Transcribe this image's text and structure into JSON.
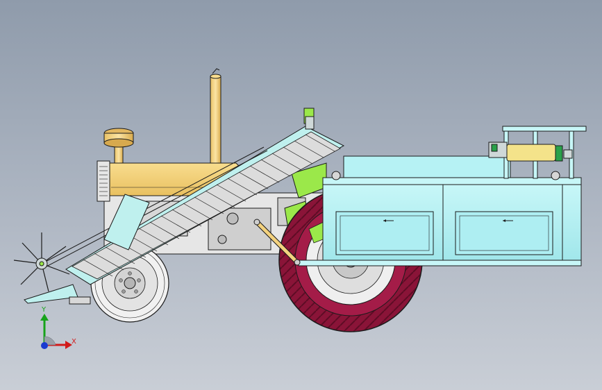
{
  "viewport": {
    "background_top": "#8f9bab",
    "background_bottom": "#c9ced6"
  },
  "model": {
    "parts": [
      "tractor-hood",
      "exhaust-stack",
      "air-cleaner",
      "inclined-conveyor",
      "digging-rotor",
      "digging-shovel",
      "front-wheel",
      "rear-wheel",
      "collection-bin",
      "hydraulic-cylinder",
      "bin-railing",
      "hydraulic-pump"
    ],
    "colors": {
      "tractor_body": "#f3d27e",
      "frame": "#bff0ee",
      "bin": "#b6f2f4",
      "rear_tire": "#8a1438",
      "rim": "#e9e9e9",
      "green_accent": "#9be84a",
      "conveyor_slat": "#ececec",
      "outline": "#1b1b1b"
    }
  },
  "axis_triad": {
    "x_label": "X",
    "y_label": "Y",
    "x_color": "#d11a1a",
    "y_color": "#17a31a",
    "z_color": "#1a3ad1"
  }
}
